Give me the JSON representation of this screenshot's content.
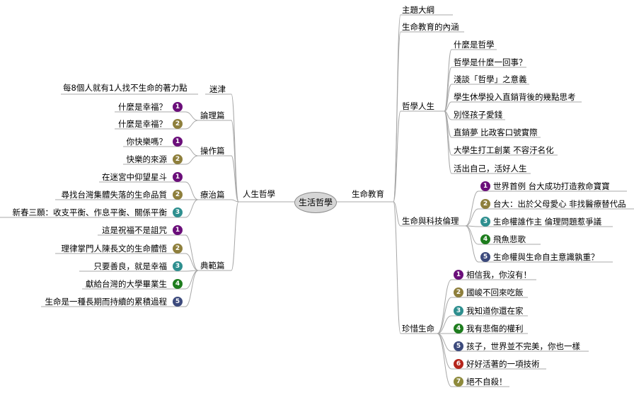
{
  "root": "生活哲學",
  "right_branch": {
    "label": "生命教育",
    "simple": [
      "主題大綱",
      "生命教育的內涵"
    ],
    "philosophy": {
      "label": "哲學人生",
      "items": [
        "什麼是哲學",
        "哲學是什麼一回事？",
        "淺談「哲學」之意義",
        "學生休學投入直銷背後的幾點思考",
        "別怪孩子愛錢",
        "直銷夢 比政客口號實際",
        "大學生打工創業 不容汙名化",
        "活出自己，活好人生"
      ]
    },
    "ethics": {
      "label": "生命與科技倫理",
      "items": [
        {
          "n": "1",
          "text": "世界首例 台大成功打造救命寶寶"
        },
        {
          "n": "2",
          "text": "台大：出於父母愛心 非找醫療替代品"
        },
        {
          "n": "3",
          "text": "生命權誰作主 倫理問題惹爭議"
        },
        {
          "n": "4",
          "text": "飛魚悲歌"
        },
        {
          "n": "5",
          "text": "生命權與生命自主意識孰重？"
        }
      ]
    },
    "cherish": {
      "label": "珍惜生命",
      "items": [
        {
          "n": "1",
          "text": "相信我，你沒有！"
        },
        {
          "n": "2",
          "text": "國峻不回來吃飯"
        },
        {
          "n": "3",
          "text": "我知道你還在家"
        },
        {
          "n": "4",
          "text": "我有悲傷的權利"
        },
        {
          "n": "5",
          "text": "孩子，世界並不完美，你也一樣"
        },
        {
          "n": "6",
          "text": "好好活著的一項技術"
        },
        {
          "n": "7",
          "text": "絕不自殺！"
        }
      ]
    }
  },
  "left_branch": {
    "label": "人生哲學",
    "groups": [
      {
        "label": "迷津",
        "items": [
          {
            "n": "",
            "text": "每8個人就有1人找不生命的著力點"
          }
        ]
      },
      {
        "label": "論理篇",
        "items": [
          {
            "n": "1",
            "text": "什麼是幸福？"
          },
          {
            "n": "2",
            "text": "什麼是幸福？"
          }
        ]
      },
      {
        "label": "操作篇",
        "items": [
          {
            "n": "1",
            "text": "你快樂嗎？"
          },
          {
            "n": "2",
            "text": "快樂的來源"
          }
        ]
      },
      {
        "label": "療治篇",
        "items": [
          {
            "n": "1",
            "text": "在迷宮中仰望星斗"
          },
          {
            "n": "2",
            "text": "尋找台灣集體失落的生命品質"
          },
          {
            "n": "3",
            "text": "新春三願：收支平衡、作息平衡、關係平衡"
          }
        ]
      },
      {
        "label": "典範篇",
        "items": [
          {
            "n": "1",
            "text": "這是祝福不是詛咒"
          },
          {
            "n": "2",
            "text": "理律掌門人陳長文的生命體悟"
          },
          {
            "n": "3",
            "text": "只要善良，就是幸福"
          },
          {
            "n": "4",
            "text": "獻給台灣的大學畢業生"
          },
          {
            "n": "5",
            "text": "生命是一種長期而持續的累積過程"
          }
        ]
      }
    ]
  }
}
